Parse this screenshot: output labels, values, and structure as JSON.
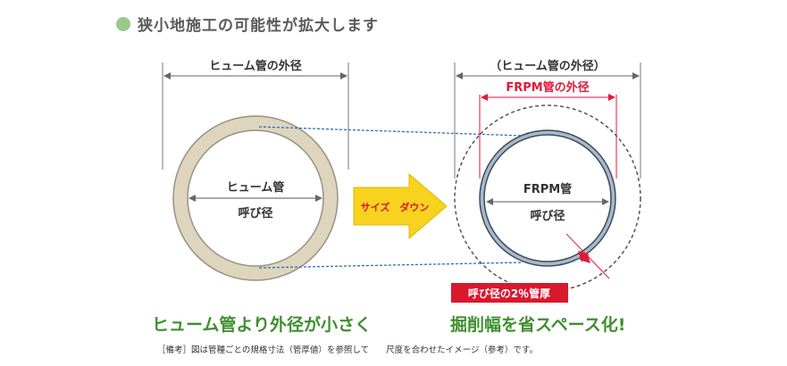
{
  "heading": "狭小地施工の可能性が拡大します",
  "left": {
    "dimension_label": "ヒューム管の外径",
    "pipe_name": "ヒューム管",
    "inner_label": "呼び径"
  },
  "arrow_label": "サイズ　ダウン",
  "right": {
    "dimension_label": "（ヒューム管の外径）",
    "frpm_dimension_label": "FRPM管の外径",
    "pipe_name": "FRPM管",
    "inner_label": "呼び径",
    "thickness_badge": "呼び径の2％管厚"
  },
  "captions": {
    "left": "ヒューム管より外径が小さく",
    "right": "掘削幅を省スペース化!"
  },
  "note": "［備考］図は管種ごとの規格寸法（管厚値）を参照して　　尺度を合わせたイメージ（参考）です。",
  "colors": {
    "concrete": "#ddd5bd",
    "frpm_ring": "#a9b9c8",
    "dimension_red": "#e2183a",
    "guide_blue": "#2f6fb5",
    "caption_green": "#3f8f2f",
    "arrow_yellow": "#f7d21e",
    "badge_red": "#d9182d"
  }
}
